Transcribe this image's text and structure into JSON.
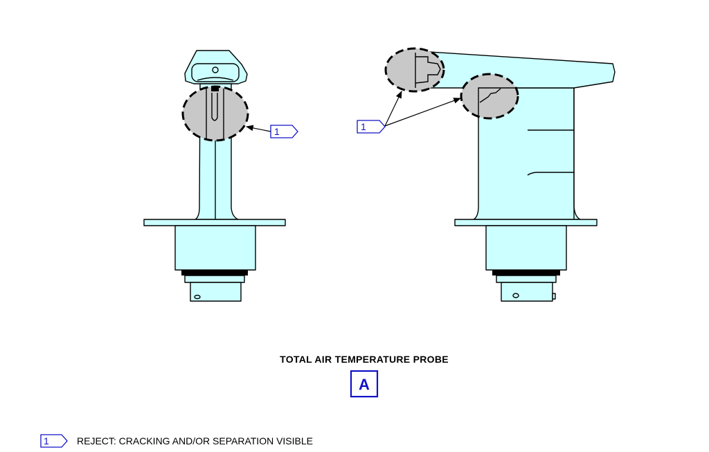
{
  "title": "TOTAL AIR TEMPERATURE PROBE",
  "view_label": "A",
  "callout_number": "1",
  "legend": {
    "number": "1",
    "text": "REJECT: CRACKING AND/OR SEPARATION VISIBLE"
  },
  "colors": {
    "part_fill": "#ccffff",
    "detail_fill": "#c8c8c8",
    "callout_blue": "#1010c8"
  }
}
